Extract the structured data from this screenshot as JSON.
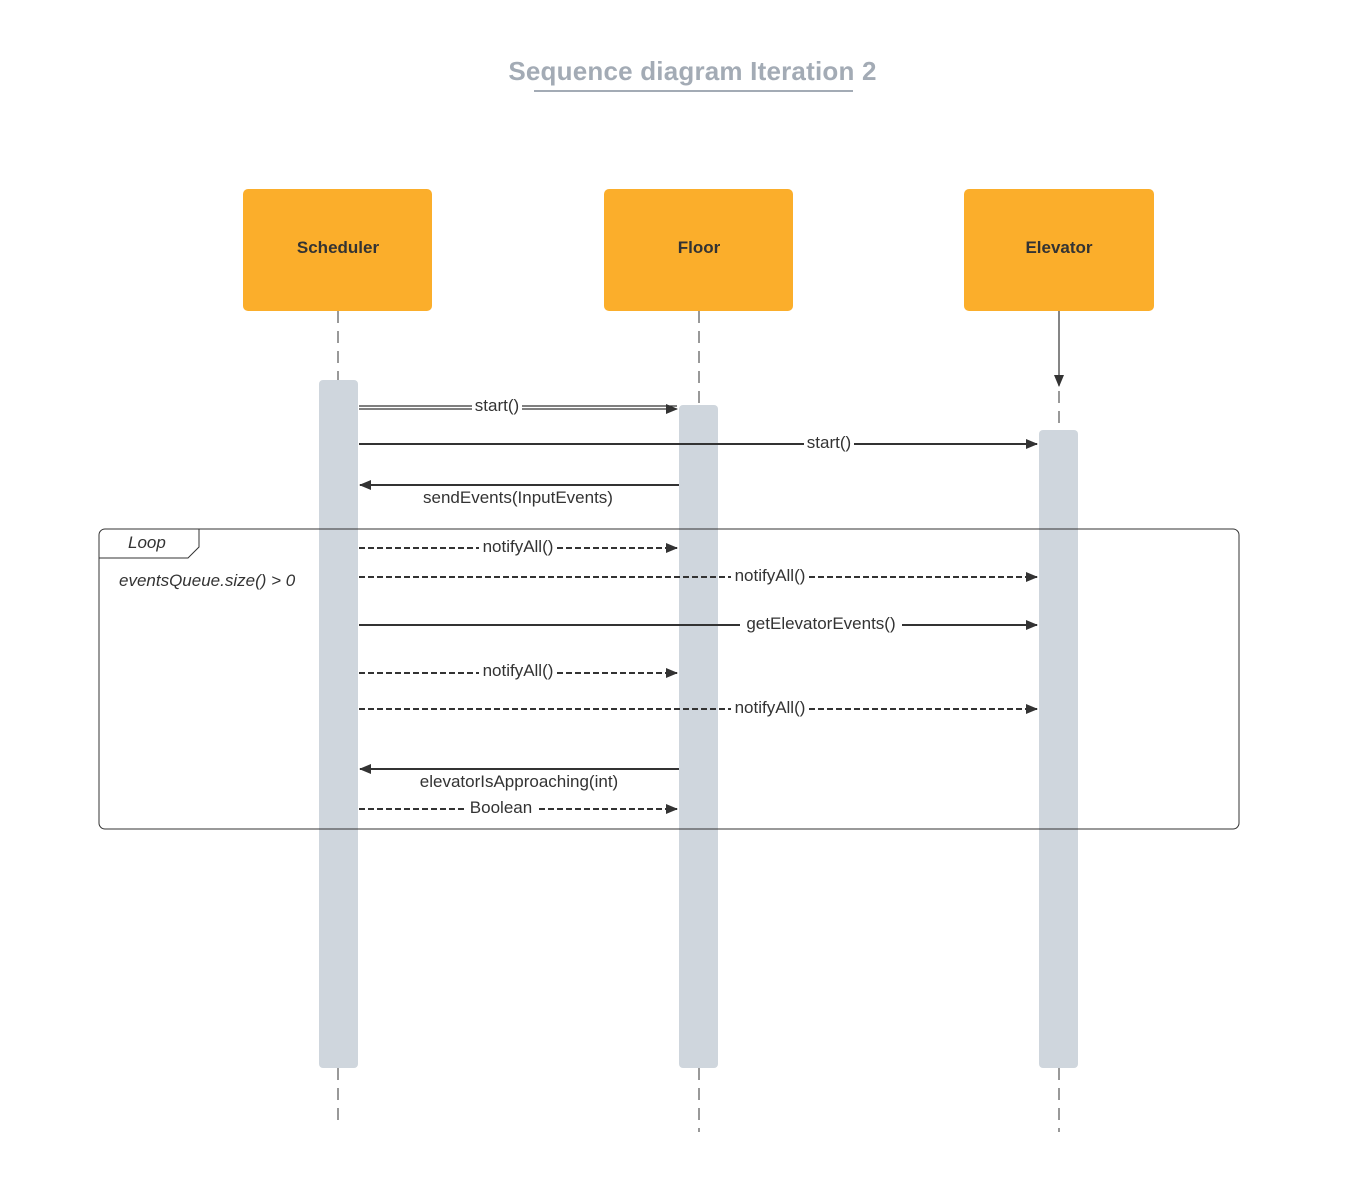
{
  "title": "Sequence diagram Iteration 2",
  "colors": {
    "actor_fill": "#fbae2b",
    "activation_fill": "#cfd6dd",
    "line": "#333333",
    "title": "#a3abb5"
  },
  "actors": {
    "scheduler": "Scheduler",
    "floor": "Floor",
    "elevator": "Elevator"
  },
  "loop": {
    "label": "Loop",
    "guard": "eventsQueue.size() > 0"
  },
  "messages": {
    "m1": "start()",
    "m2": "start()",
    "m3": "sendEvents(InputEvents)",
    "m4": "notifyAll()",
    "m5": "notifyAll()",
    "m6": "getElevatorEvents()",
    "m7": "notifyAll()",
    "m8": "notifyAll()",
    "m9": "elevatorIsApproaching(int)",
    "m10": "Boolean"
  }
}
